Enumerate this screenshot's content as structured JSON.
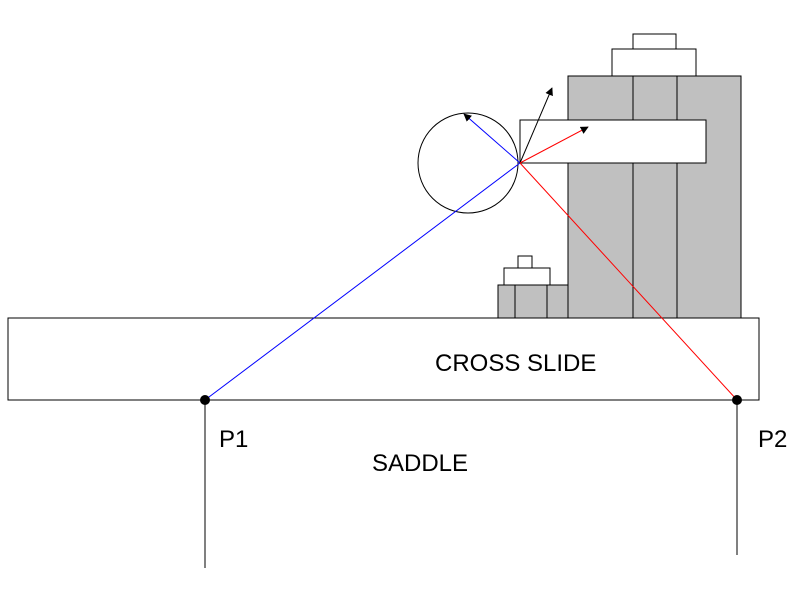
{
  "labels": {
    "cross_slide": "CROSS SLIDE",
    "saddle": "SADDLE",
    "p1": "P1",
    "p2": "P2"
  },
  "colors": {
    "outline": "#000000",
    "block_fill": "#c0c0c0",
    "line_p1": "#0000ff",
    "line_p2": "#ff0000",
    "background": "#ffffff"
  }
}
